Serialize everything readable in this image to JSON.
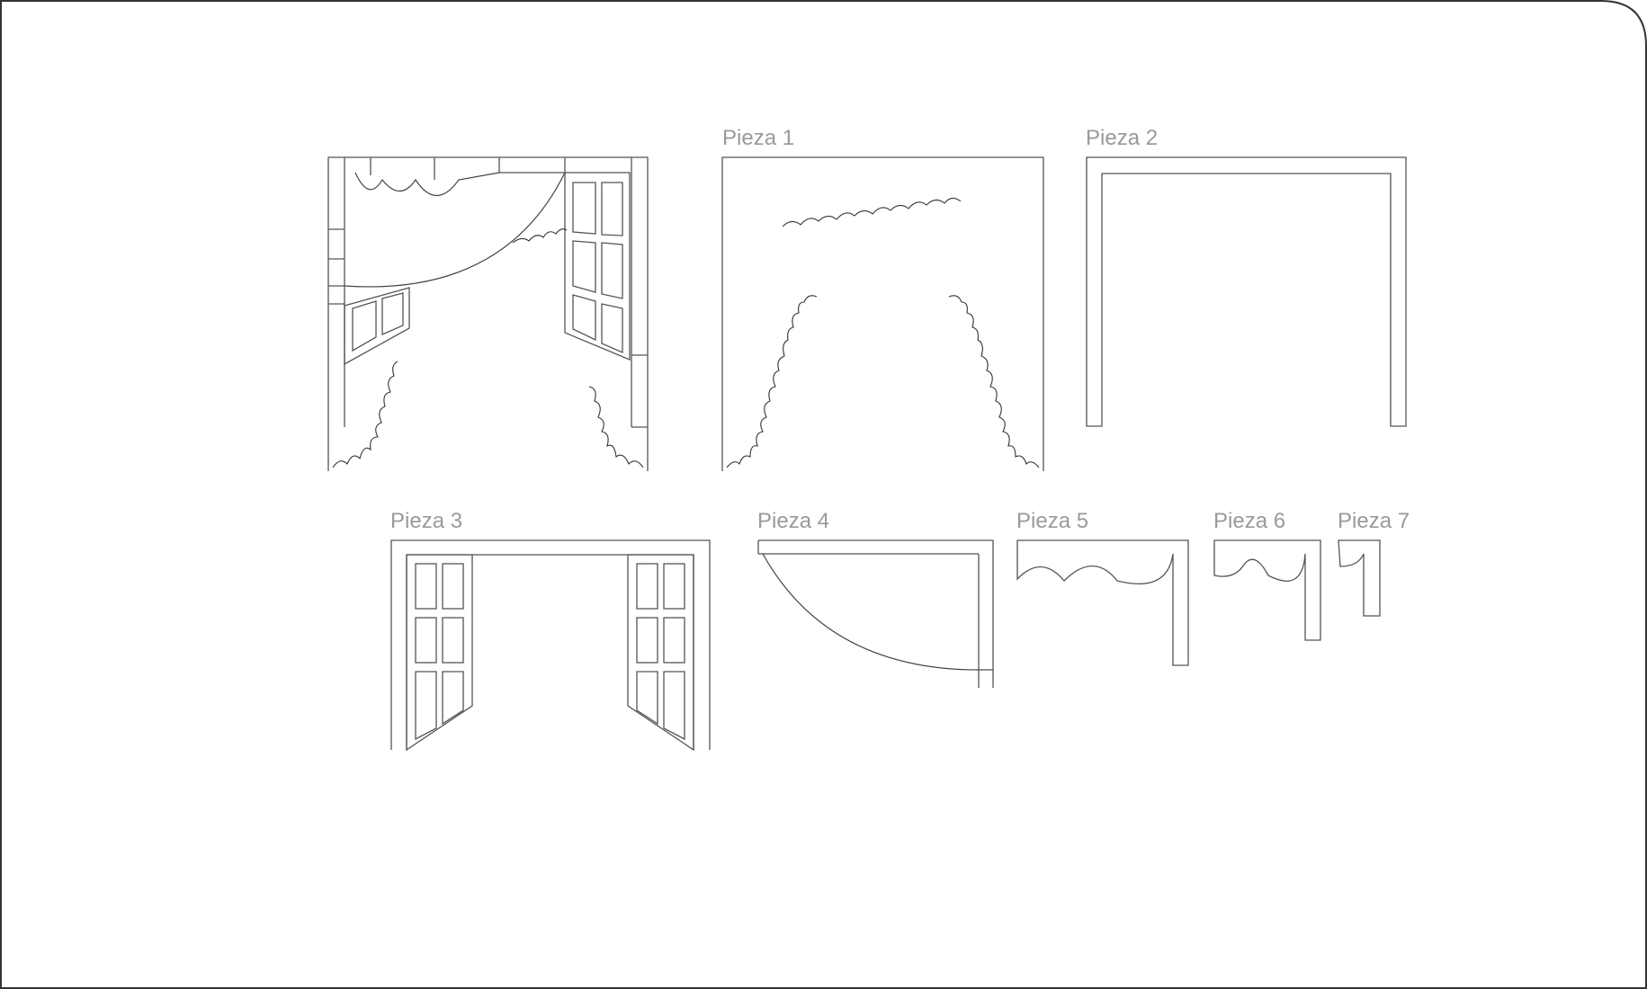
{
  "labels": {
    "pieza1": "Pieza 1",
    "pieza2": "Pieza 2",
    "pieza3": "Pieza 3",
    "pieza4": "Pieza 4",
    "pieza5": "Pieza 5",
    "pieza6": "Pieza 6",
    "pieza7": "Pieza 7"
  },
  "colors": {
    "label": "#9a9a9a",
    "line": "#555555",
    "background": "#ffffff"
  }
}
